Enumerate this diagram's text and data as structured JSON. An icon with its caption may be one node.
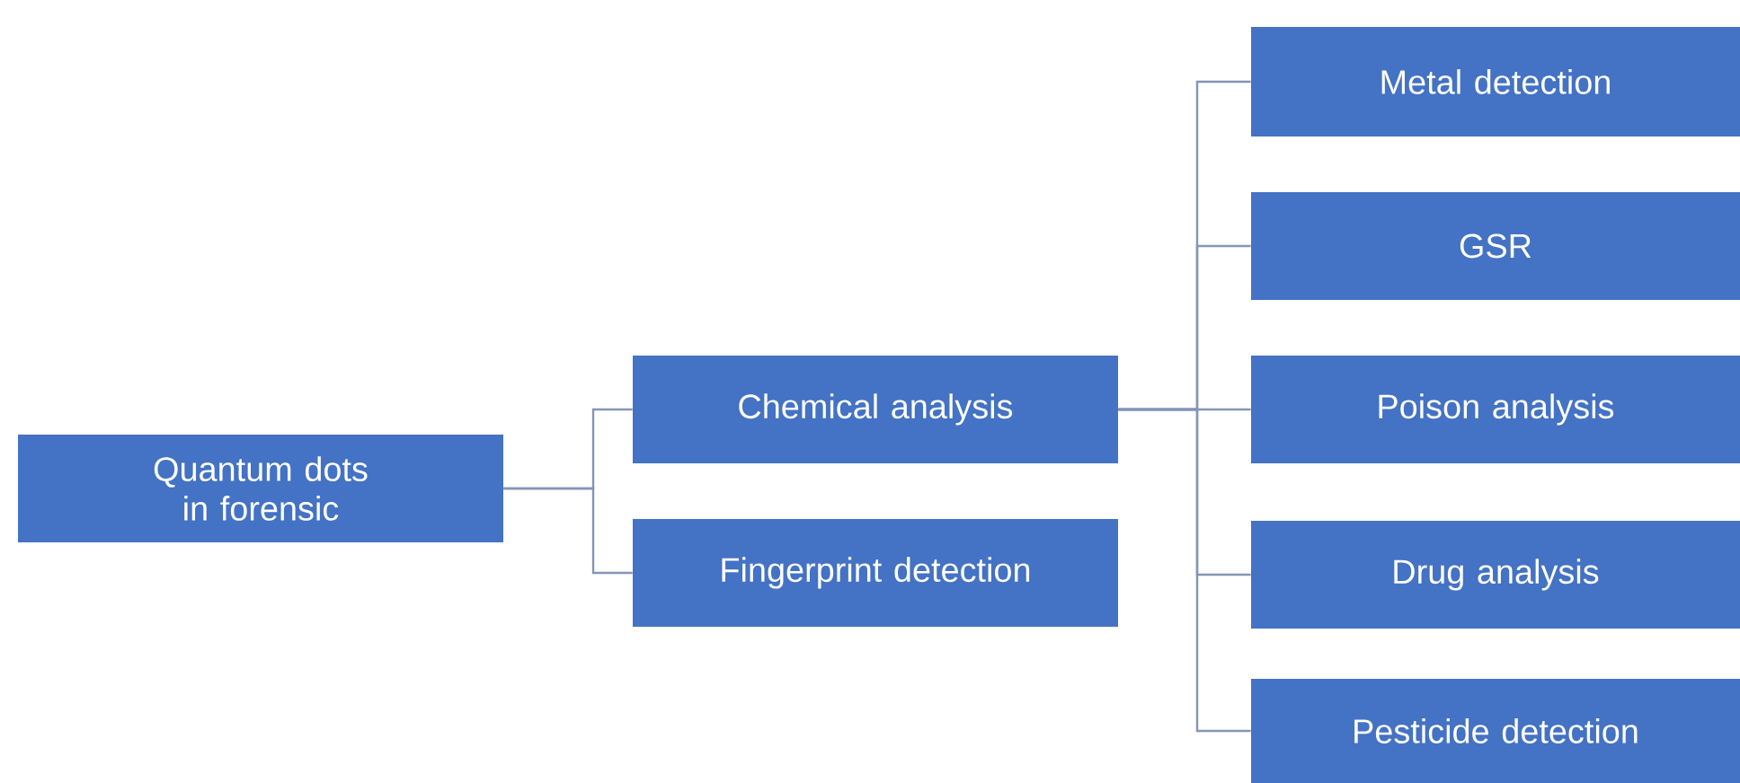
{
  "diagram": {
    "nodes": [
      {
        "text": [
          "Quantum dots in forensic"
        ]
      },
      {
        "text": [
          "Chemical analysis"
        ]
      },
      {
        "text": [
          "Fingerprint detection"
        ]
      },
      {
        "text": [
          "Metal detection"
        ]
      },
      {
        "text": [
          "GSR"
        ]
      },
      {
        "text": [
          "Poison analysis"
        ]
      },
      {
        "text": [
          "Drug analysis"
        ]
      },
      {
        "text": [
          "Pesticide detection"
        ]
      }
    ],
    "edges": [
      {
        "from": 0,
        "to": 1,
        "arrow": "none"
      },
      {
        "from": 0,
        "to": 2,
        "arrow": "none"
      },
      {
        "from": 1,
        "to": 3,
        "arrow": "none"
      },
      {
        "from": 1,
        "to": 4,
        "arrow": "none"
      },
      {
        "from": 1,
        "to": 5,
        "arrow": "none"
      },
      {
        "from": 1,
        "to": 6,
        "arrow": "none"
      },
      {
        "from": 1,
        "to": 7,
        "arrow": "none"
      }
    ]
  }
}
